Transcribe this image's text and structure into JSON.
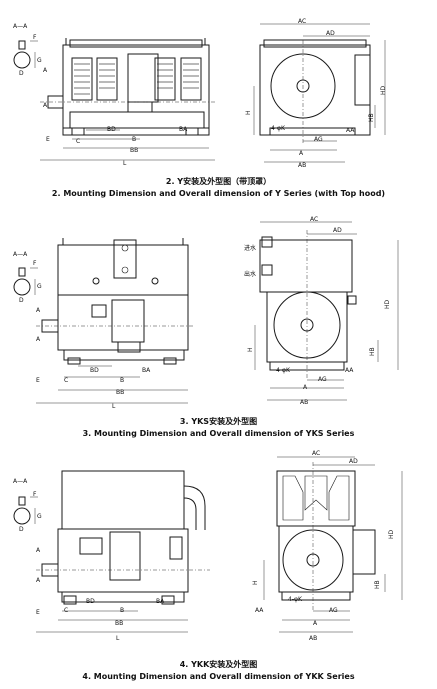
{
  "section_y": {
    "caption_cn": "2. Y安装及外型图（带顶罩）",
    "caption_en": "2. Mounting Dimension and Overall dimension of Y Series (with Top hood)",
    "labels": {
      "aa_section": "A—A",
      "f": "F",
      "g": "G",
      "d": "D",
      "a": "A",
      "e": "E",
      "c": "C",
      "bd": "BD",
      "b": "B",
      "ba": "BA",
      "bb": "BB",
      "l": "L",
      "ac": "AC",
      "ad": "AD",
      "hd": "HD",
      "h": "H",
      "hb": "HB",
      "k": "4-φK",
      "aa": "AA",
      "ag": "AG",
      "a2": "A",
      "ab": "AB"
    }
  },
  "section_yks": {
    "caption_cn": "3. YKS安装及外型图",
    "caption_en": "3. Mounting Dimension and Overall dimension of YKS Series",
    "labels": {
      "aa_section": "A—A",
      "f": "F",
      "g": "G",
      "d": "D",
      "a": "A",
      "e": "E",
      "c": "C",
      "bd": "BD",
      "b": "B",
      "ba": "BA",
      "bb": "BB",
      "l": "L",
      "ac": "AC",
      "ad": "AD",
      "hd": "HD",
      "h": "H",
      "hb": "HB",
      "k": "4-φK",
      "aa": "AA",
      "ag": "AG",
      "a2": "A",
      "ab": "AB",
      "water_in": "进水",
      "water_out": "出水"
    }
  },
  "section_ykk": {
    "caption_cn": "4. YKK安装及外型图",
    "caption_en": "4. Mounting Dimension and Overall dimension of YKK Series",
    "labels": {
      "aa_section": "A—A",
      "f": "F",
      "g": "G",
      "d": "D",
      "a": "A",
      "e": "E",
      "c": "C",
      "bd": "BD",
      "b": "B",
      "ba": "BA",
      "bb": "BB",
      "l": "L",
      "ac": "AC",
      "ad": "AD",
      "hd": "HD",
      "h": "H",
      "hb": "HB",
      "k": "4-φK",
      "aa": "AA",
      "ag": "AG",
      "a2": "A",
      "ab": "AB"
    }
  }
}
